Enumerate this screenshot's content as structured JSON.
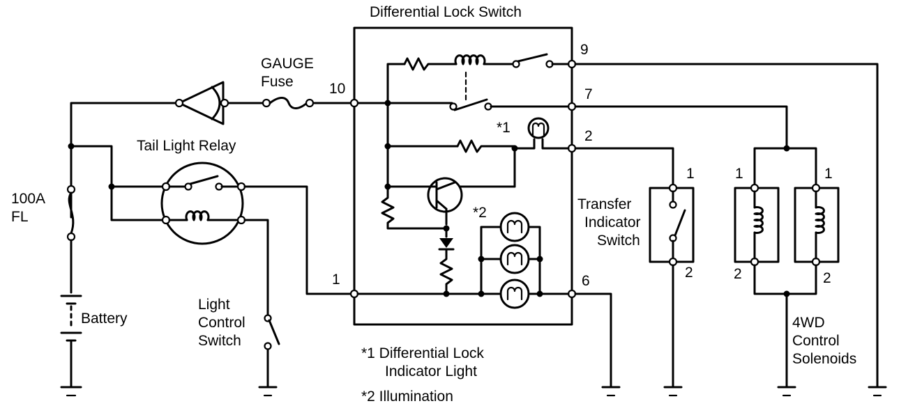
{
  "labels": {
    "diff_lock_switch": "Differential Lock Switch",
    "gauge": "GAUGE",
    "fuse": "Fuse",
    "tail_light_relay": "Tail Light Relay",
    "fl_100a": "100A",
    "fl": "FL",
    "battery": "Battery",
    "light_control_1": "Light",
    "light_control_2": "Control",
    "light_control_3": "Switch",
    "transfer_1": "Transfer",
    "transfer_2": "Indicator",
    "transfer_3": "Switch",
    "wd_1": "4WD",
    "wd_2": "Control",
    "wd_3": "Solenoids",
    "note1_a": "*1 Differential Lock",
    "note1_b": "Indicator Light",
    "note2": "*2 Illumination",
    "mark1": "*1",
    "mark2": "*2"
  },
  "terminals": {
    "t9": "9",
    "t7": "7",
    "t2": "2",
    "t6": "6",
    "t10": "10",
    "t1": "1",
    "transfer_top": "1",
    "transfer_bottom": "2",
    "sol_a_top": "1",
    "sol_a_bottom": "2",
    "sol_b_top": "1",
    "sol_b_bottom": "2"
  }
}
